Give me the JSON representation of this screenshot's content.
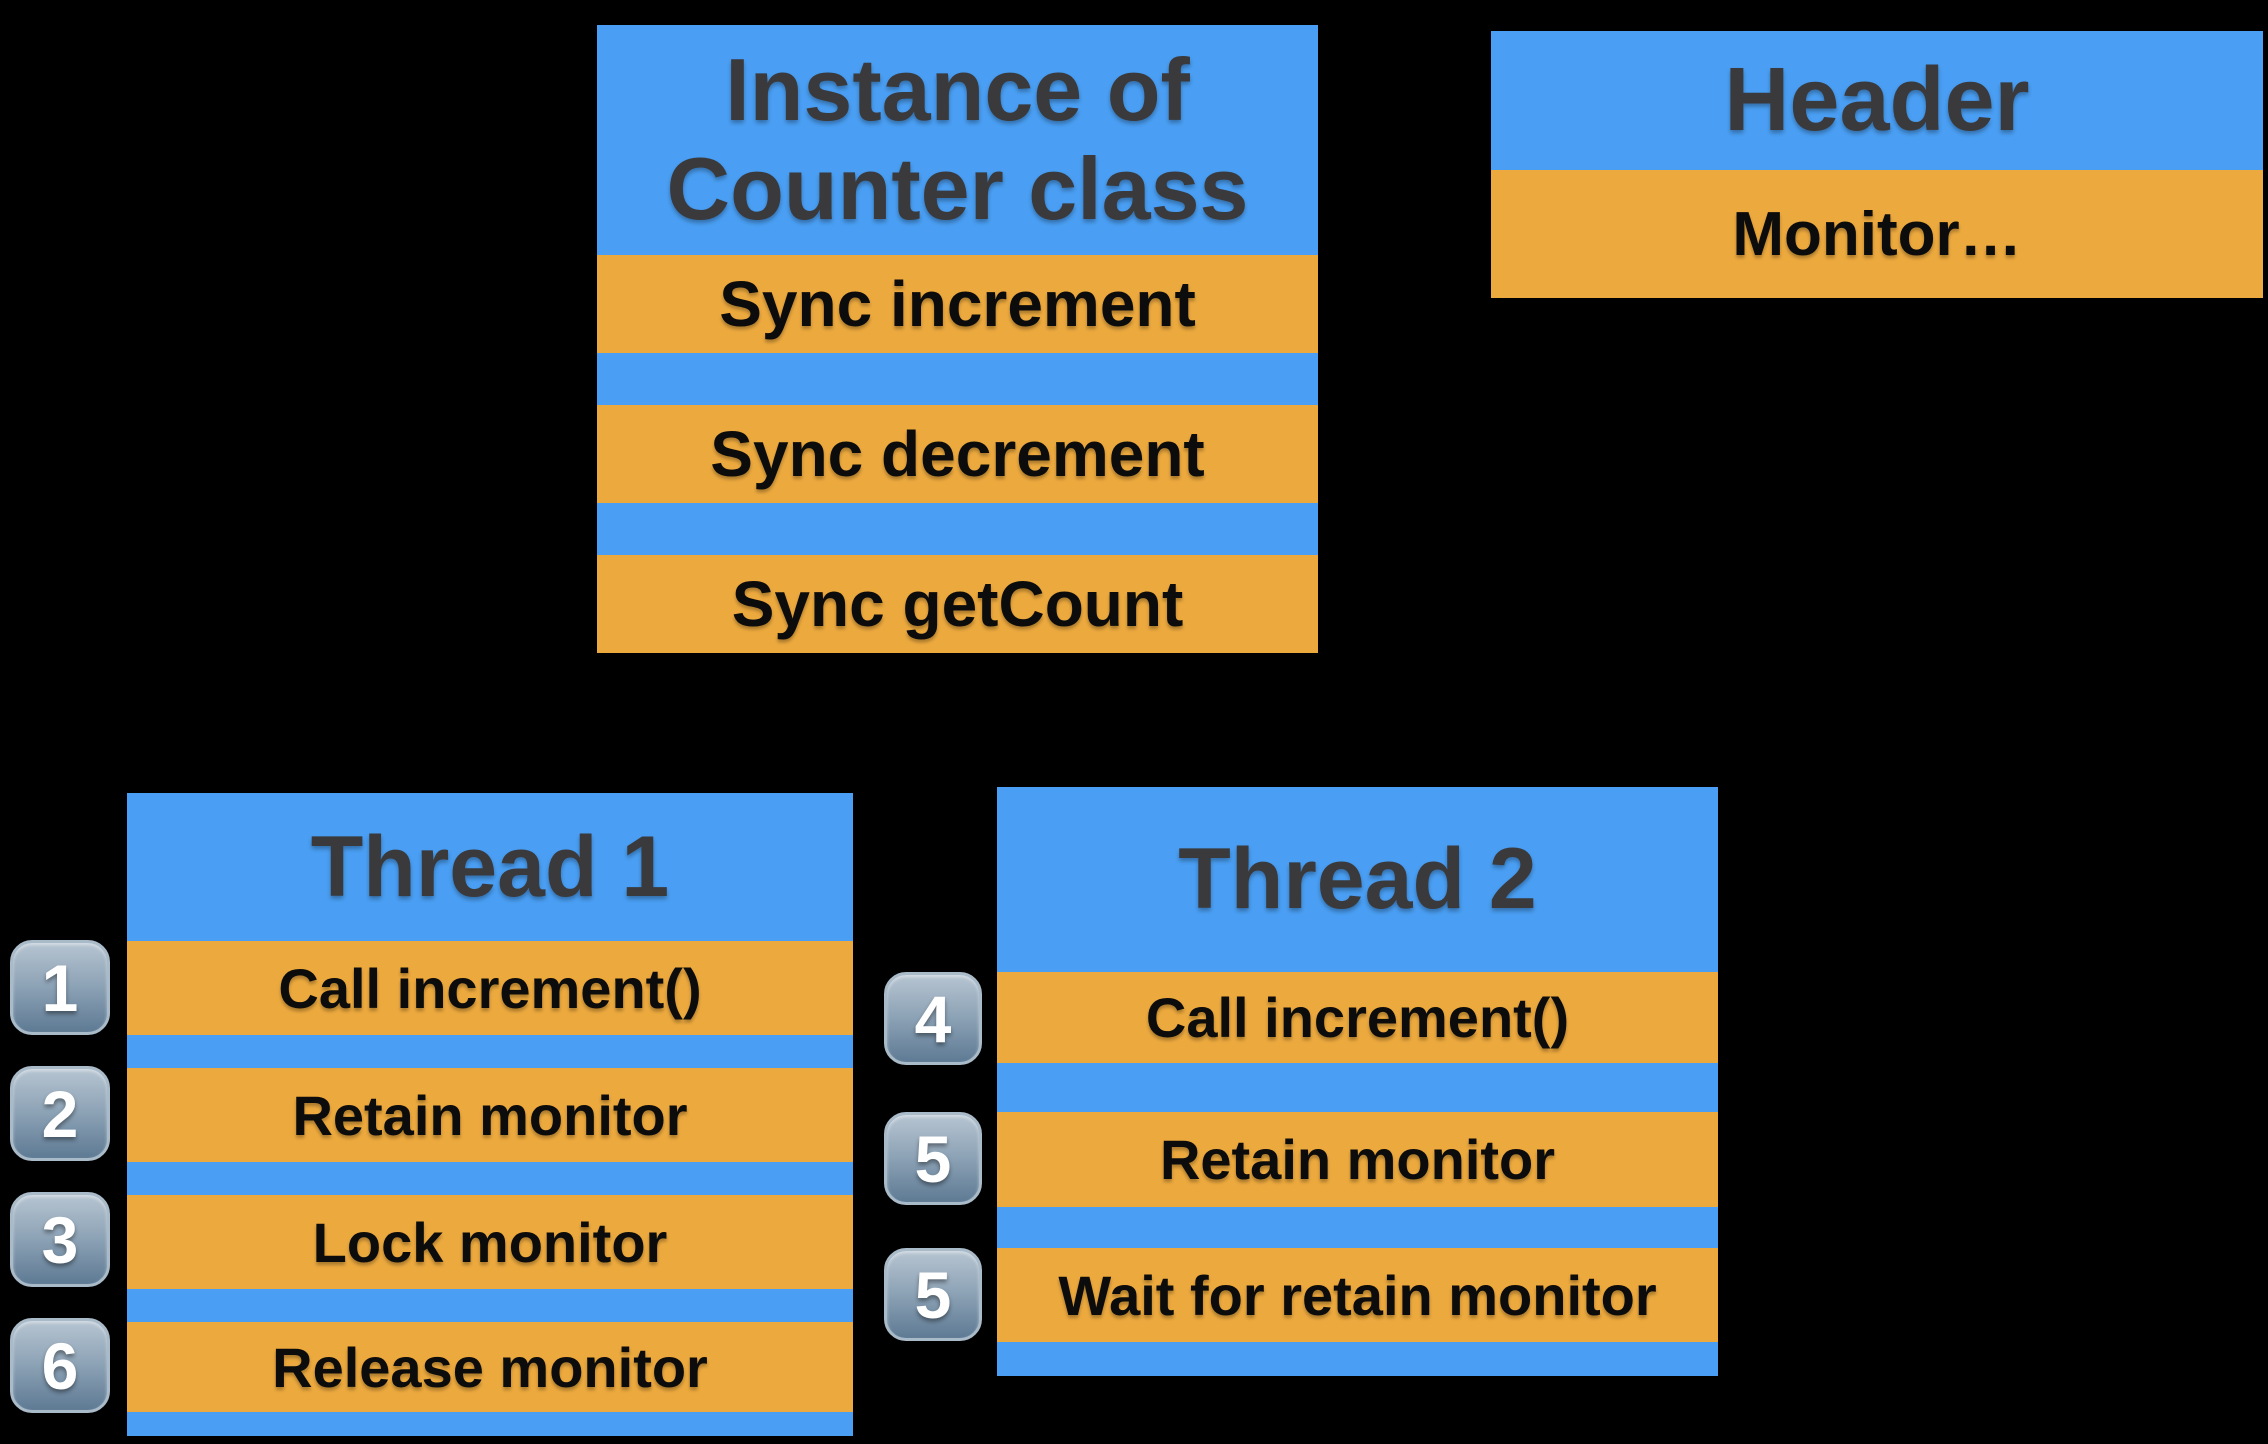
{
  "colors": {
    "blue": "#4A9FF4",
    "orange": "#ECA93E",
    "background": "#000000",
    "title_text": "#3a3a3c",
    "row_text": "#0c0c0c",
    "badge_text": "#ffffff"
  },
  "counter_box": {
    "title": "Instance of Counter class",
    "rows": [
      "Sync increment",
      "Sync decrement",
      "Sync getCount"
    ]
  },
  "header_box": {
    "title": "Header",
    "rows": [
      "Monitor…"
    ]
  },
  "thread1_box": {
    "title": "Thread 1",
    "rows": [
      {
        "badge": "1",
        "label": "Call increment()"
      },
      {
        "badge": "2",
        "label": "Retain monitor"
      },
      {
        "badge": "3",
        "label": "Lock monitor"
      },
      {
        "badge": "6",
        "label": "Release monitor"
      }
    ]
  },
  "thread2_box": {
    "title": "Thread 2",
    "rows": [
      {
        "badge": "4",
        "label": "Call increment()"
      },
      {
        "badge": "5",
        "label": "Retain monitor"
      },
      {
        "badge": "5",
        "label": "Wait for retain monitor"
      }
    ]
  }
}
